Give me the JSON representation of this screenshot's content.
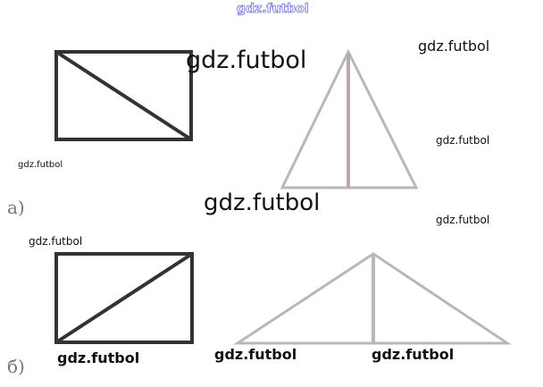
{
  "labels": {
    "a": "а)",
    "b": "б)"
  },
  "watermarks": [
    "gdz.futbol",
    "gdz.futbol",
    "gdz.futbol",
    "gdz.futbol",
    "gdz.futbol",
    "gdz.futbol",
    "gdz.futbol",
    "gdz.futbol",
    "gdz.futbol",
    "gdz.futbol",
    "gdz.futbol"
  ],
  "colors": {
    "rect": "#333333",
    "triangle": "#b5b5b5",
    "header_watermark": "#3333cc"
  }
}
